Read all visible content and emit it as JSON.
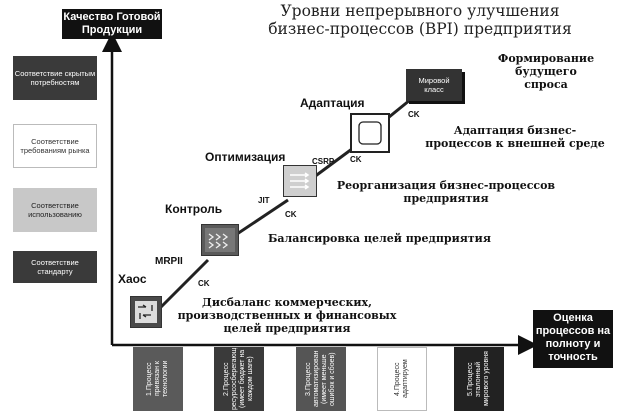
{
  "title_line1": "Уровни непрерывного улучшения",
  "title_line2": "бизнес-процессов (BPI) предприятия",
  "y_axis_label": "Качество Готовой Продукции",
  "x_axis_label": "Оценка процессов на полноту и точность",
  "y_levels": [
    {
      "label": "Соответствие скрытым потребностям",
      "bg": "#3a3a3a",
      "fg": "#ffffff"
    },
    {
      "label": "Соответствие требованиям рынка",
      "bg": "#ffffff",
      "fg": "#333333"
    },
    {
      "label": "Соответствие использованию",
      "bg": "#c8c8c8",
      "fg": "#222222"
    },
    {
      "label": "Соответствие стандарту",
      "bg": "#3a3a3a",
      "fg": "#ffffff"
    }
  ],
  "stages": {
    "chaos": "Хаос",
    "control": "Контроль",
    "optimization": "Оптимизация",
    "adaptation": "Адаптация",
    "world_class": "Мировой класс"
  },
  "tags": {
    "mrpii": "MRPII",
    "jit": "JIT",
    "csrp": "CSRP",
    "ck": "CK"
  },
  "descriptions": {
    "chaos": "Дисбаланс коммерческих, производственных и финансовых целей предприятия",
    "control": "Балансировка целей предприятия",
    "optimization_line1": "Реорганизация бизнес-процессов",
    "optimization_line2": "предприятия",
    "adaptation_line1": "Адаптация бизнес-",
    "adaptation_line2": "процессов к внешней среде",
    "future_line1": "Формирование",
    "future_line2": "будущего",
    "future_line3": "спроса"
  },
  "x_columns": [
    {
      "label": "1.Процесс привязан к технологии",
      "bg": "#5a5a5a",
      "fg": "#ffffff"
    },
    {
      "label": "2.Процесс ресурсосберегающий (имеет бюджет на каждом шаге)",
      "bg": "#3a3a3a",
      "fg": "#ffffff"
    },
    {
      "label": "3.Процесс автоматизирован (имеет меньше ошибок и сбоев)",
      "bg": "#555555",
      "fg": "#ffffff"
    },
    {
      "label": "4.Процесс адаптируем",
      "bg": "#ffffff",
      "fg": "#333333"
    },
    {
      "label": "5.Процесс эталонный мирового уровня",
      "bg": "#222222",
      "fg": "#ffffff"
    }
  ]
}
